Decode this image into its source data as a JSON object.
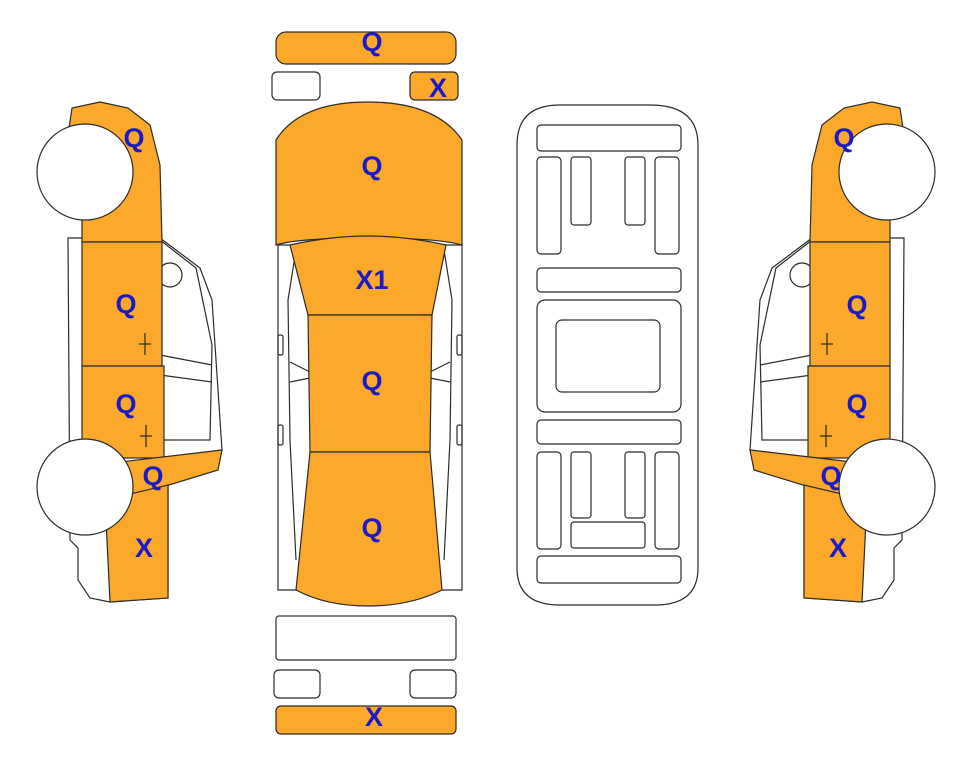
{
  "colors": {
    "damaged": "#FBA82B",
    "undamaged": "#FFFFFF",
    "outline": "#2B2B2B",
    "code_text": "#1A1AC8"
  },
  "views": {
    "left_side": {
      "front_fender": "Q",
      "front_door": "Q",
      "rear_door": "Q",
      "rocker": "Q",
      "rear_quarter": "X"
    },
    "top": {
      "front_bumper": "Q",
      "headlight_left": "",
      "headlight_right": "X",
      "hood": "Q",
      "windshield": "X1",
      "roof": "Q",
      "trunk": "Q",
      "rear_bumper": "X"
    },
    "right_side": {
      "front_fender": "Q",
      "front_door": "Q",
      "rear_door": "Q",
      "rocker": "Q",
      "rear_quarter": "X"
    }
  }
}
